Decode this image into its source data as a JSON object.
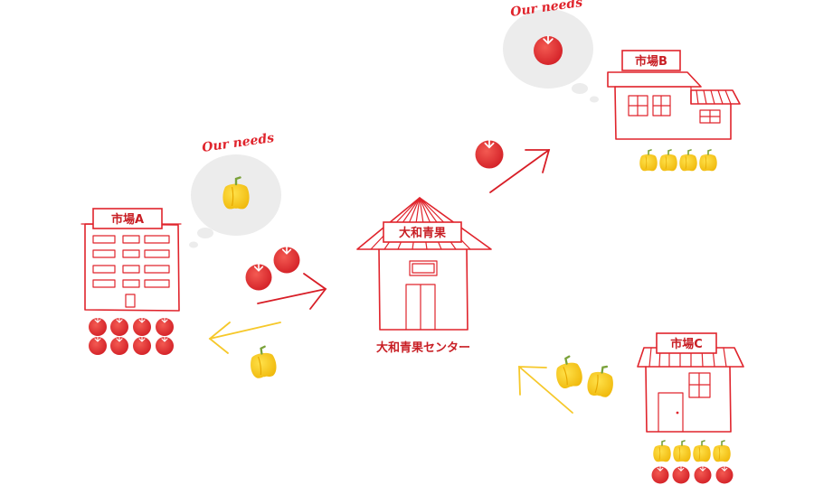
{
  "needs_label": "Our needs",
  "center": {
    "sign": "大和青果",
    "caption": "大和青果センター"
  },
  "markets": {
    "a": {
      "sign": "市場A"
    },
    "b": {
      "sign": "市場B"
    },
    "c": {
      "sign": "市場C"
    }
  },
  "colors": {
    "red": "#e0242c",
    "tomato": "#e33a36",
    "pepper": "#f5c518",
    "arrow_red": "#d81e27",
    "arrow_yellow": "#f6c82a",
    "bubble": "#ececec"
  },
  "icons": {
    "tomato": "tomato-icon",
    "pepper": "bell-pepper-icon"
  }
}
